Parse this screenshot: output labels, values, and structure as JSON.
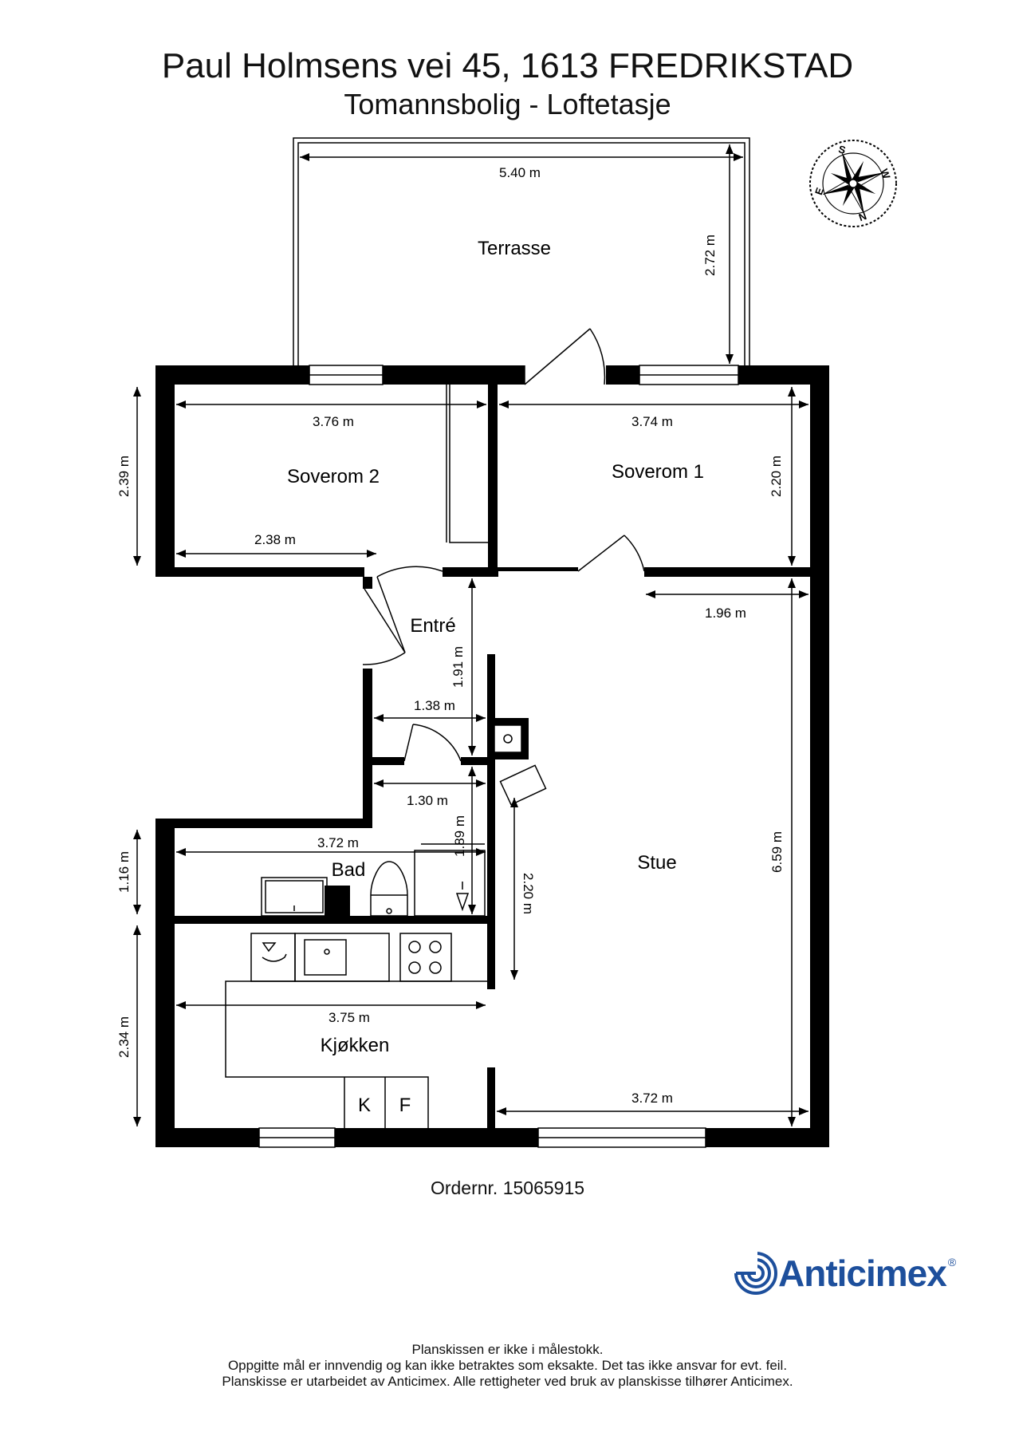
{
  "header": {
    "address": "Paul Holmsens vei 45, 1613 FREDRIKSTAD",
    "subtitle": "Tomannsbolig  - Loftetasje"
  },
  "compass": {
    "letters": [
      "S",
      "W",
      "N",
      "E"
    ]
  },
  "rooms": {
    "terrasse": "Terrasse",
    "soverom2": "Soverom 2",
    "soverom1": "Soverom 1",
    "entre": "Entré",
    "bad": "Bad",
    "stue": "Stue",
    "kjokken": "Kjøkken",
    "k": "K",
    "f": "F"
  },
  "dimensions": {
    "terrasse_w": "5.40 m",
    "terrasse_h": "2.72 m",
    "sov2_w": "3.76 m",
    "sov2_h": "2.39 m",
    "sov2_inner": "2.38 m",
    "sov1_w": "3.74 m",
    "sov1_h": "2.20 m",
    "stue_top": "1.96 m",
    "stue_h": "6.59 m",
    "entre_h": "1.91 m",
    "hall_w1": "1.38 m",
    "hall_w2": "1.30 m",
    "hall_h": "1.89 m",
    "bad_w": "3.72 m",
    "bad_h": "1.16 m",
    "stue_wall": "2.20 m",
    "kjokken_w": "3.75 m",
    "kjokken_h": "2.34 m",
    "stue_bottom": "3.72 m"
  },
  "order": "Ordernr. 15065915",
  "logo": {
    "name": "Anticimex",
    "reg": "®",
    "brand_color": "#1d4f9c"
  },
  "disclaimer": [
    "Planskissen er ikke i målestokk.",
    "Oppgitte mål er innvendig og kan ikke betraktes som eksakte. Det tas ikke ansvar for evt. feil.",
    "Planskisse er utarbeidet av Anticimex. Alle rettigheter ved bruk av planskisse tilhører Anticimex."
  ]
}
